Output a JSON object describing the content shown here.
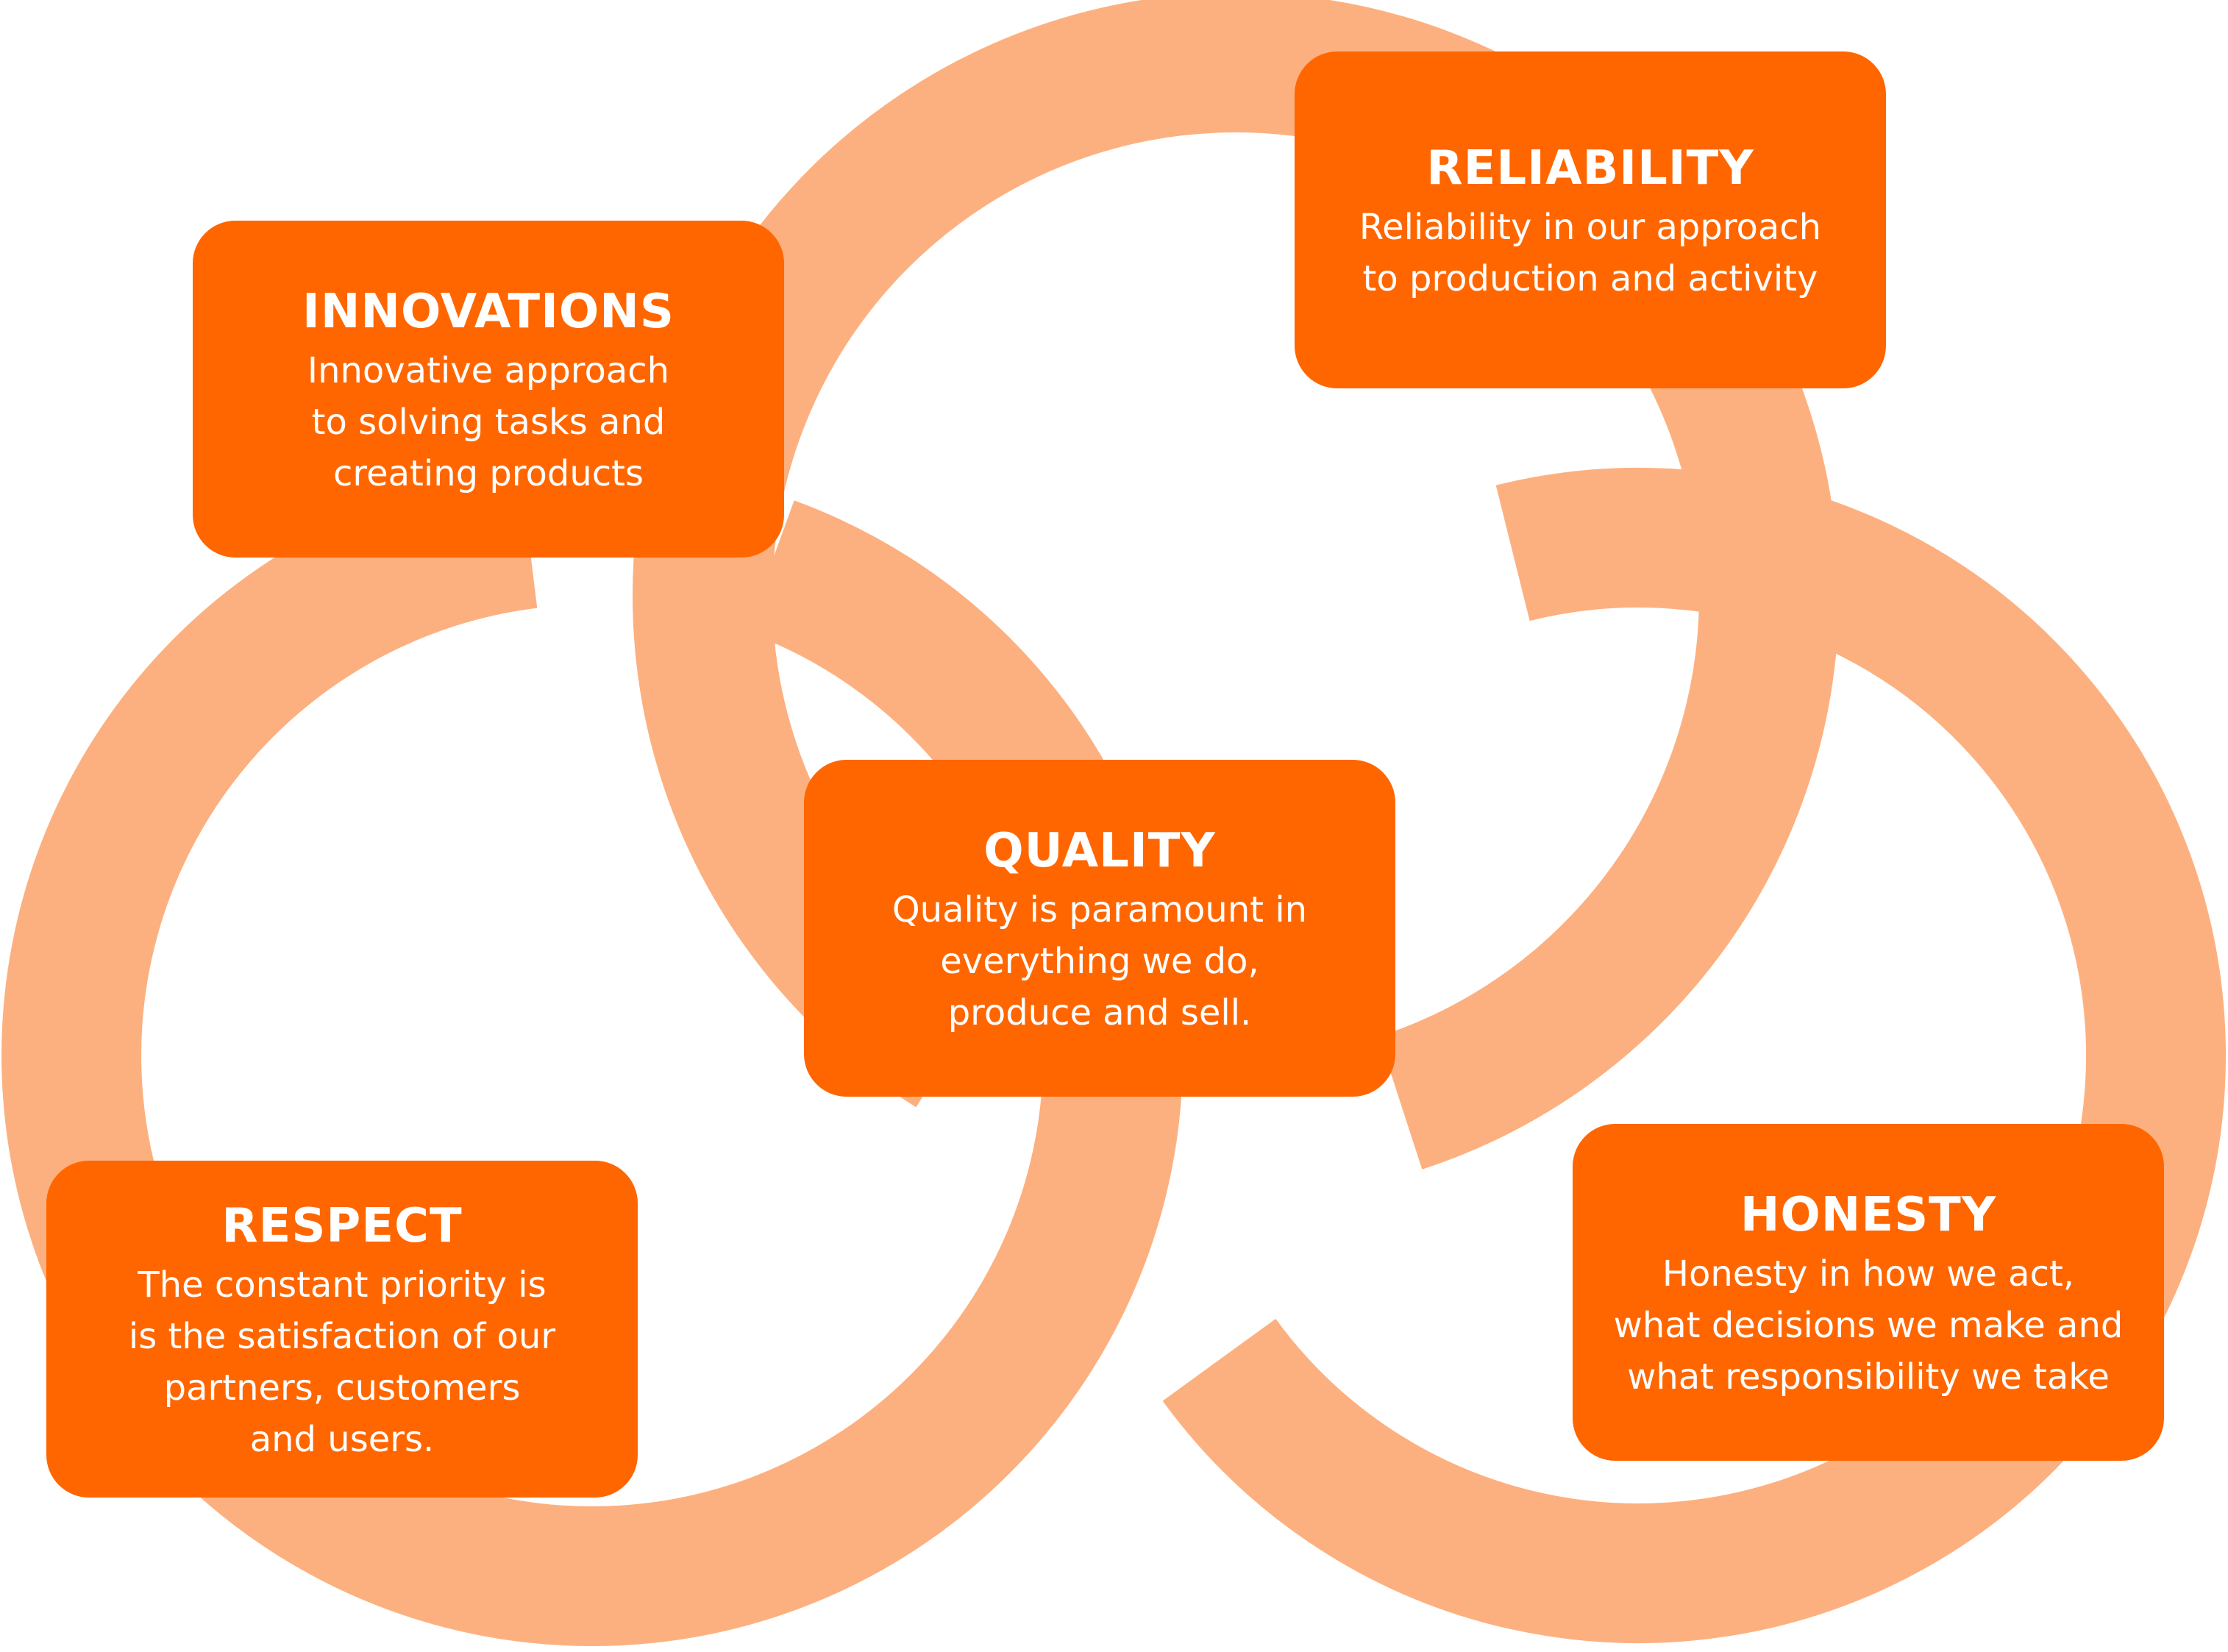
{
  "colors": {
    "ring": "#fdb07f",
    "card": "#ff6600",
    "text": "#ffffff"
  },
  "cards": {
    "innovations": {
      "title": "INNOVATIONS",
      "lines": [
        "Innovative approach",
        "to solving tasks and",
        "creating products"
      ]
    },
    "reliability": {
      "title": "RELIABILITY",
      "lines": [
        "Reliability in our approach",
        "to production and activity"
      ]
    },
    "quality": {
      "title": "QUALITY",
      "lines": [
        "Quality is paramount in",
        "everything we do,",
        "produce and sell."
      ]
    },
    "respect": {
      "title": "RESPECT",
      "lines": [
        "The constant priority is",
        "is the satisfaction of our",
        "partners, customers",
        "and users."
      ]
    },
    "honesty": {
      "title": "HONESTY",
      "lines": [
        "Honesty in how we act,",
        "what decisions we make and",
        "what responsibility we take"
      ]
    }
  }
}
